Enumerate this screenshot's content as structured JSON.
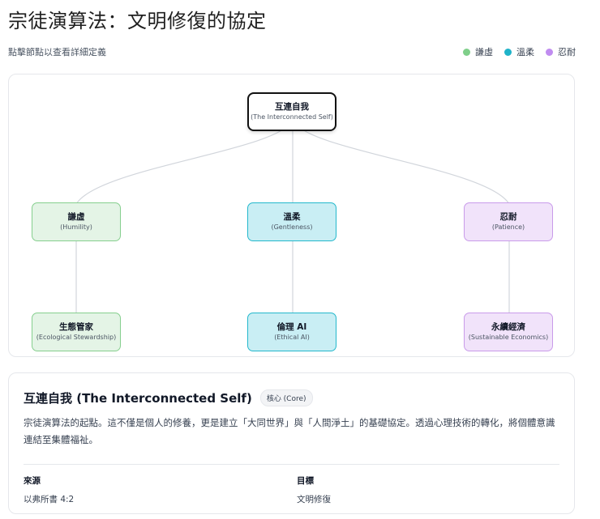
{
  "header": {
    "title": "宗徒演算法：文明修復的協定",
    "hint": "點擊節點以查看詳細定義"
  },
  "legend": [
    {
      "label": "謙虛",
      "color": "#7fcf8a"
    },
    {
      "label": "溫柔",
      "color": "#1fb3c9"
    },
    {
      "label": "忍耐",
      "color": "#c08cf0"
    }
  ],
  "diagram": {
    "core": {
      "title": "互連自我",
      "subtitle": "(The Interconnected Self)"
    },
    "virtues": [
      {
        "title": "謙虛",
        "subtitle": "(Humility)"
      },
      {
        "title": "溫柔",
        "subtitle": "(Gentleness)"
      },
      {
        "title": "忍耐",
        "subtitle": "(Patience)"
      }
    ],
    "outcomes": [
      {
        "title": "生態管家",
        "subtitle": "(Ecological Stewardship)"
      },
      {
        "title": "倫理 AI",
        "subtitle": "(Ethical AI)"
      },
      {
        "title": "永續經濟",
        "subtitle": "(Sustainable Economics)"
      }
    ]
  },
  "detail": {
    "title": "互連自我 (The Interconnected Self)",
    "badge": "核心 (Core)",
    "description": "宗徒演算法的起點。這不僅是個人的修養，更是建立「大同世界」與「人間淨土」的基礎協定。透過心理技術的轉化，將個體意識連結至集體福祉。",
    "source_label": "來源",
    "source_value": "以弗所書 4:2",
    "goal_label": "目標",
    "goal_value": "文明修復"
  }
}
